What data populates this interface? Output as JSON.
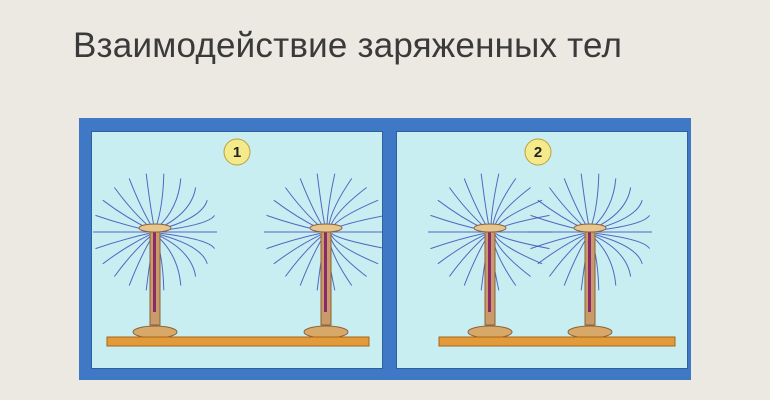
{
  "title": "Взаимодействие заряженных тел",
  "panels": [
    {
      "label": "1"
    },
    {
      "label": "2"
    }
  ],
  "colors": {
    "background": "#ece9e3",
    "frame": "#3f78c4",
    "panel": "#c9eef2",
    "field_lines": "#3d4fb8",
    "rod": "#c99a6a",
    "disk": "#e0c08a",
    "table": "#e39a3a",
    "badge": "#f4ea8c"
  }
}
